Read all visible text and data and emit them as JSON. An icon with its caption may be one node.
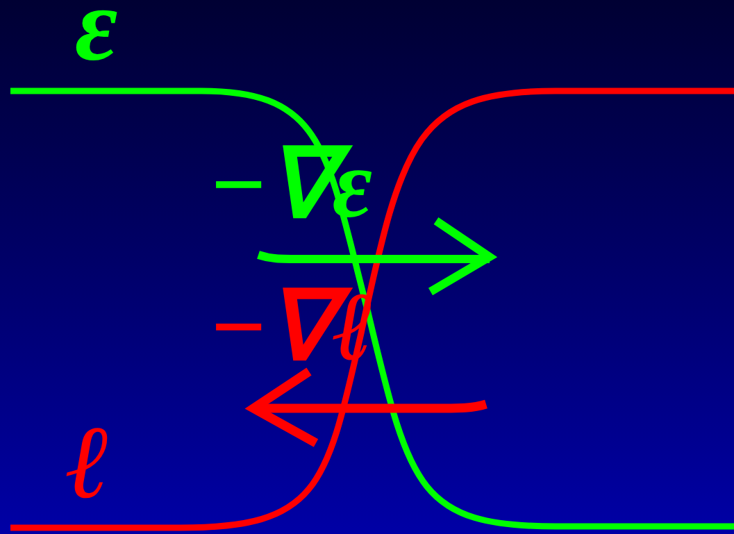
{
  "diagram": {
    "labels": [
      "ε",
      "ℓ",
      "−∇ε",
      "−∇ℓ"
    ]
  }
}
